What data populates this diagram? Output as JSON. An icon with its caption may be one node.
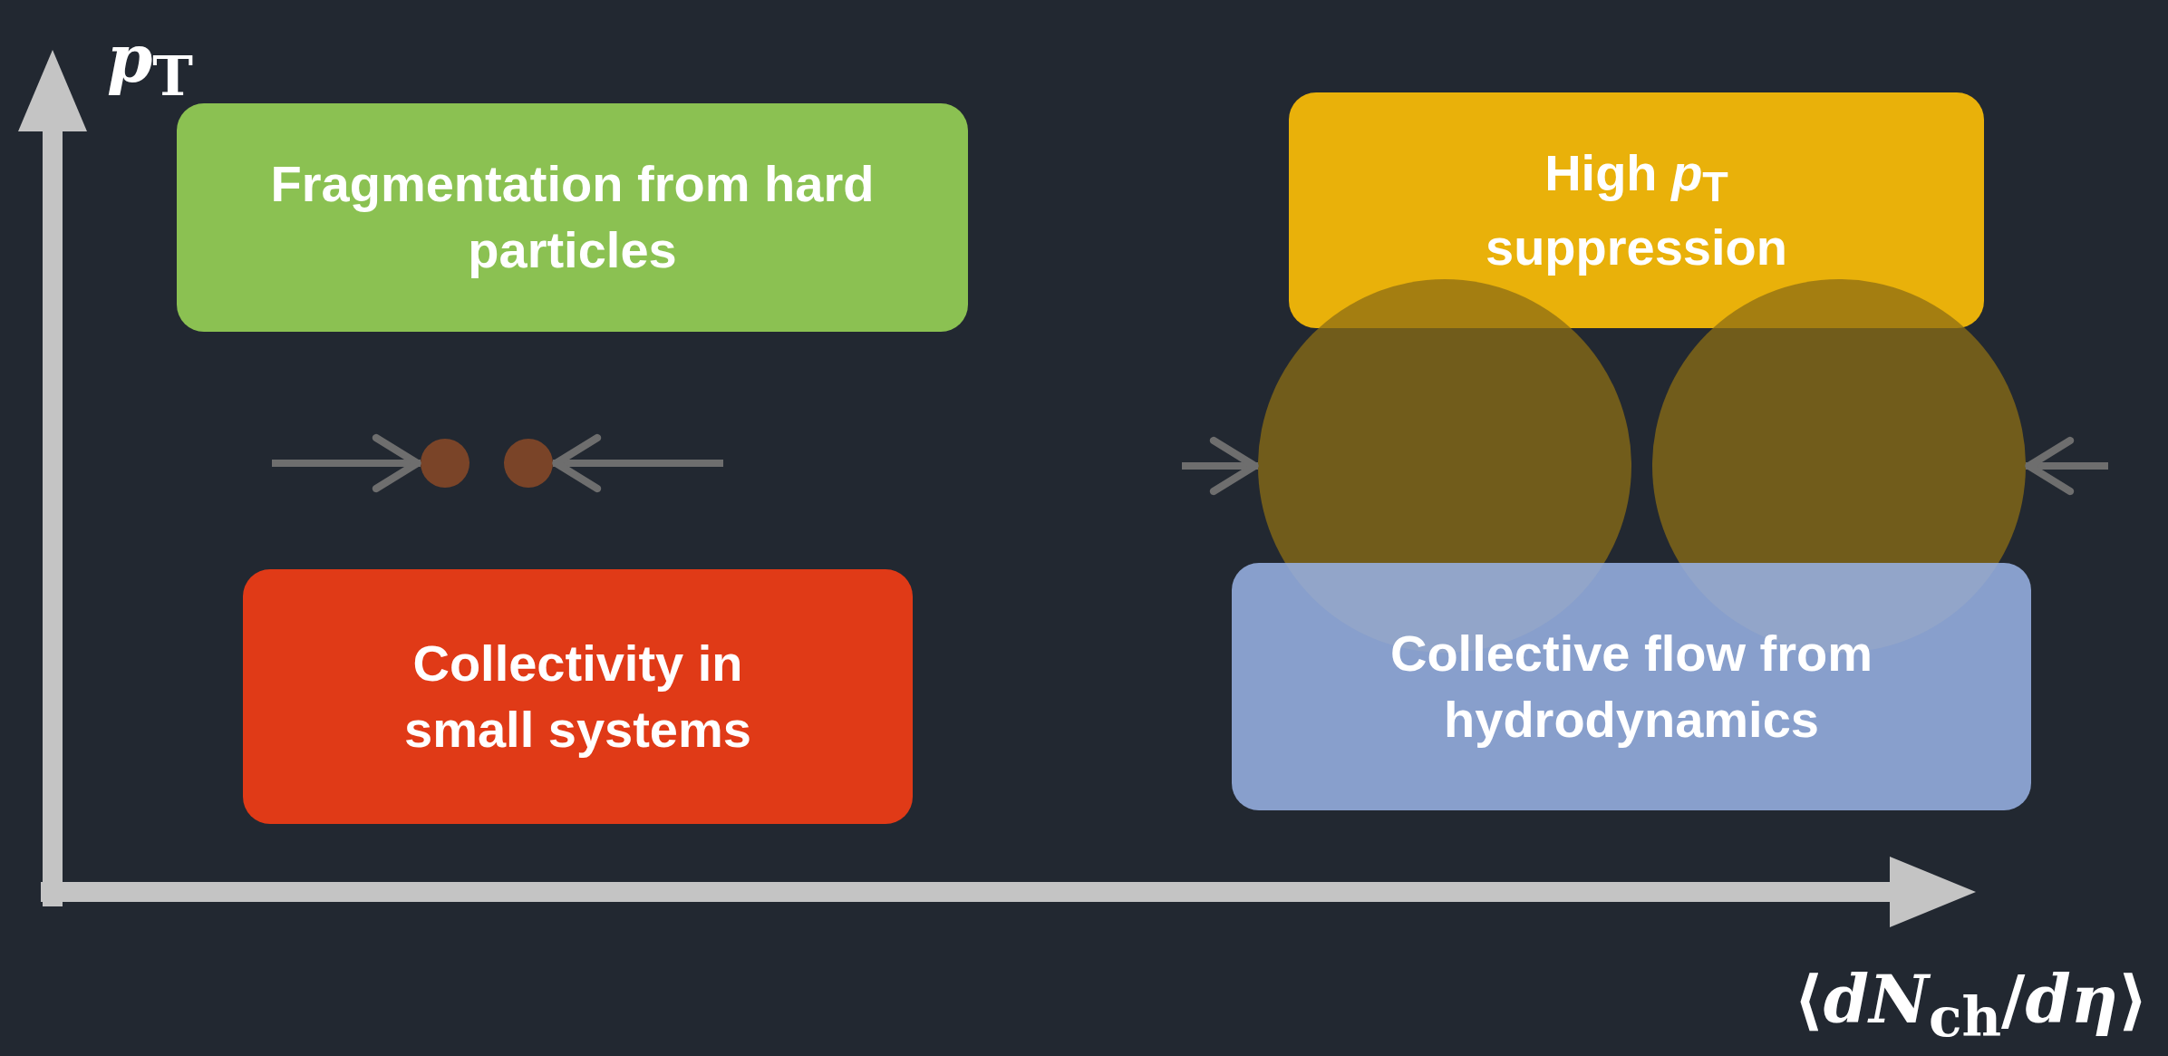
{
  "diagram": {
    "nodes": [
      {
        "text": [
          "Fragmentation from hard particles"
        ]
      },
      {
        "text": [
          "High *p*$_{T}$ suppression"
        ]
      },
      {
        "text": [],
        "shape": "circle"
      },
      {
        "text": [],
        "shape": "circle"
      },
      {
        "text": [],
        "shape": "circle"
      },
      {
        "text": [],
        "shape": "circle"
      },
      {
        "text": [
          "Collectivity in small systems"
        ]
      },
      {
        "text": [
          "Collective flow from  hydrodynamics"
        ]
      }
    ],
    "edges": [
      {
        "from": null,
        "to": 2,
        "arrow": "to"
      },
      {
        "from": null,
        "to": 3,
        "arrow": "to"
      },
      {
        "from": null,
        "to": 4,
        "arrow": "to"
      },
      {
        "from": null,
        "to": 5,
        "arrow": "to"
      }
    ],
    "labels": [
      "*p*$_{T}$",
      "⟨*dN*$_{ch}$/*dη*⟩"
    ]
  }
}
